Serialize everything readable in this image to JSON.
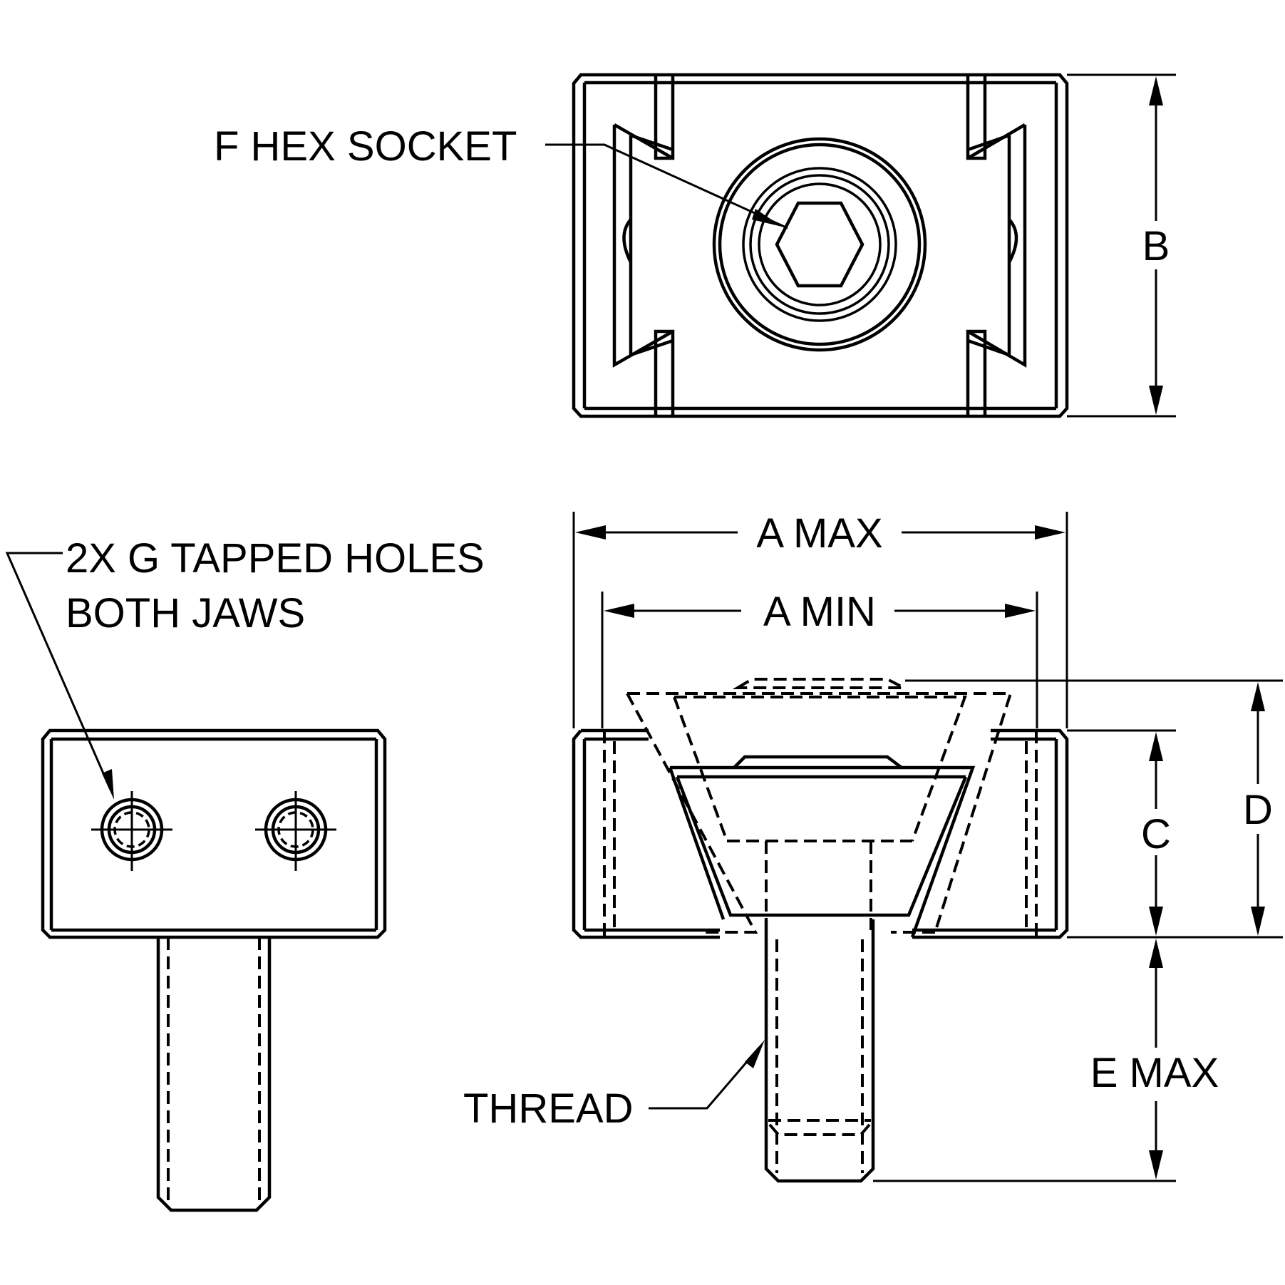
{
  "labels": {
    "hex_socket": "F HEX SOCKET",
    "tapped_holes_line1": "2X G TAPPED HOLES",
    "tapped_holes_line2": "BOTH JAWS",
    "thread": "THREAD",
    "a_max": "A MAX",
    "a_min": "A MIN",
    "dim_b": "B",
    "dim_c": "C",
    "dim_d": "D",
    "dim_e": "E MAX"
  }
}
